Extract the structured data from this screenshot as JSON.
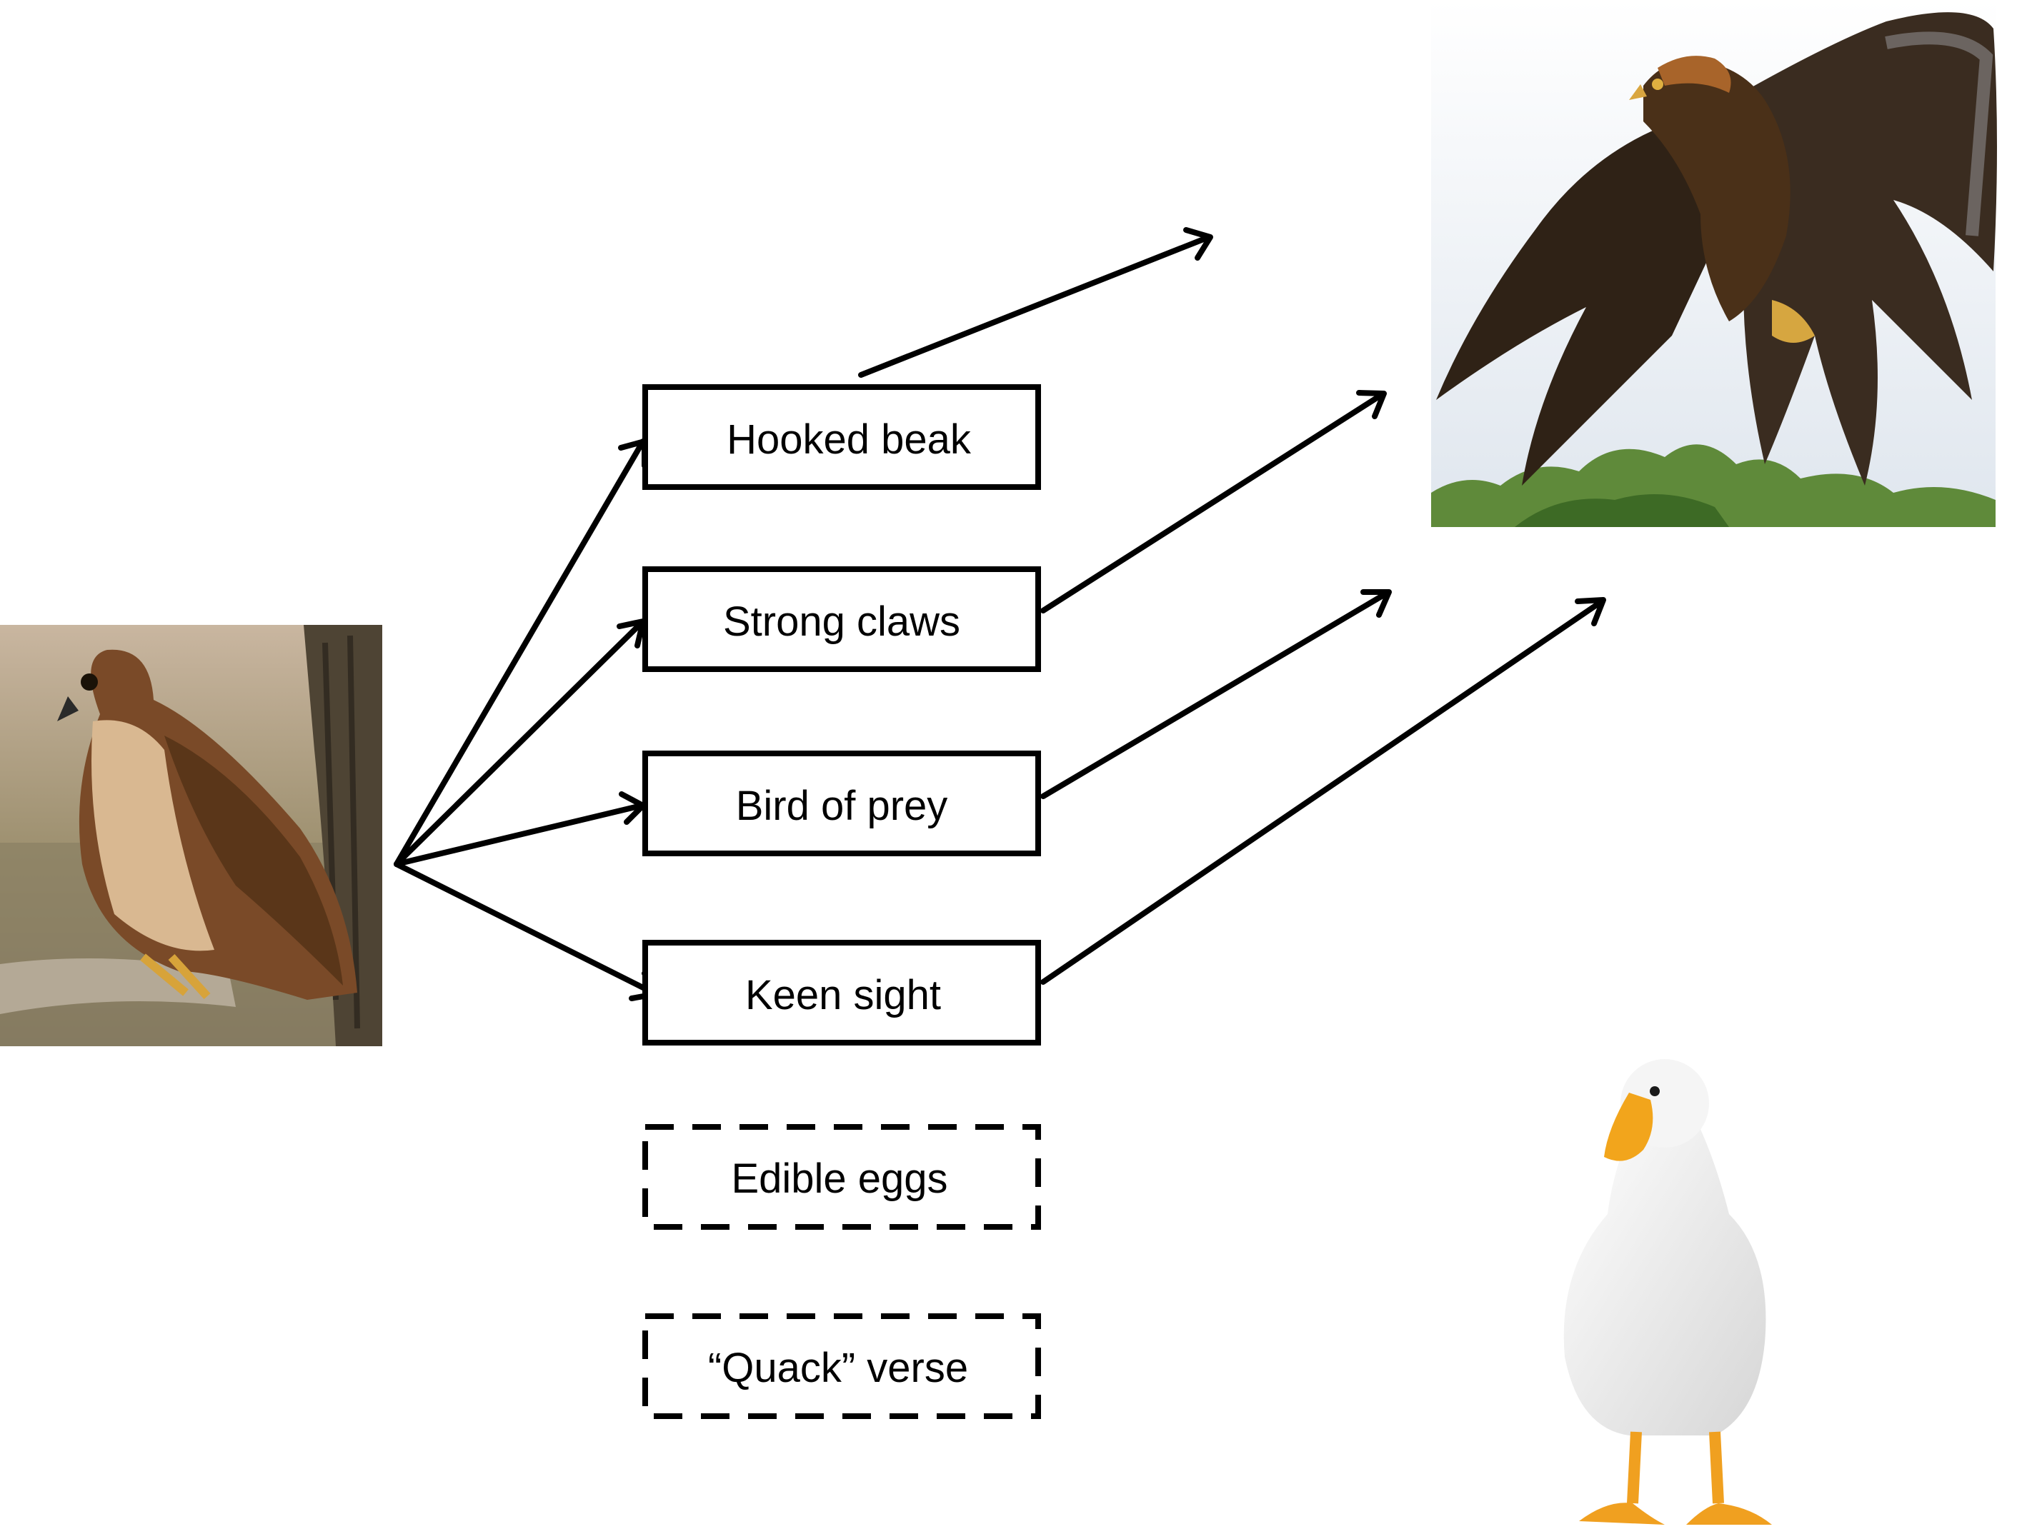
{
  "source_image": {
    "icon": "hawk-photo",
    "description_name": "hawk perched on branch"
  },
  "target_image": {
    "icon": "eagle-photo",
    "description_name": "eagle in flight"
  },
  "distractor_image": {
    "icon": "duck-photo",
    "description_name": "white duck standing"
  },
  "mapped_features": [
    {
      "id": "hooked-beak",
      "label": "Hooked beak"
    },
    {
      "id": "strong-claws",
      "label": "Strong claws"
    },
    {
      "id": "bird-of-prey",
      "label": "Bird of prey"
    },
    {
      "id": "keen-sight",
      "label": "Keen sight"
    }
  ],
  "unmapped_features": [
    {
      "id": "edible-eggs",
      "label": "Edible eggs"
    },
    {
      "id": "quack-verse",
      "label": "“Quack” verse"
    }
  ],
  "colors": {
    "line": "#000000",
    "box_fill": "#ffffff"
  }
}
